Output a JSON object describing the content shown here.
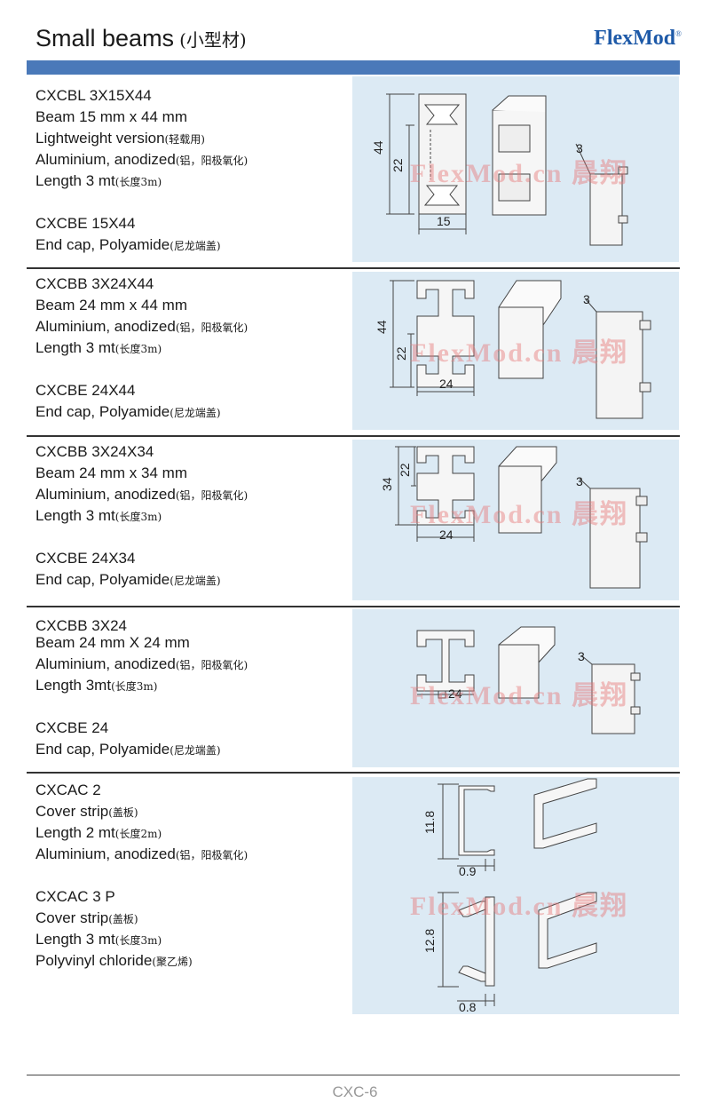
{
  "header": {
    "title": "Small beams",
    "title_cn": "(小型材)",
    "brand": "FlexMod",
    "brand_mark": "®"
  },
  "watermark": "FlexMod.cn 晨翔",
  "footer": {
    "page": "CXC-6"
  },
  "colors": {
    "accent": "#4a79b9",
    "panel": "#dceaf4",
    "brand": "#1e5aa8"
  },
  "products": [
    {
      "lines": [
        {
          "text": "CXCBL 3X15X44",
          "note": ""
        },
        {
          "text": "Beam 15 mm x 44 mm",
          "note": ""
        },
        {
          "text": "Lightweight version",
          "note": "(轻载用)"
        },
        {
          "text": "Aluminium, anodized",
          "note": "(铝，阳极氧化)"
        },
        {
          "text": "Length 3 mt",
          "note": "(长度3m)"
        },
        {
          "text": "",
          "note": ""
        },
        {
          "text": "CXCBE 15X44",
          "note": ""
        },
        {
          "text": "End cap, Polyamide",
          "note": "(尼龙端盖)"
        }
      ],
      "dims": {
        "height": "44",
        "inner": "22",
        "width": "15",
        "cap": "3"
      }
    },
    {
      "lines": [
        {
          "text": "CXCBB 3X24X44",
          "note": ""
        },
        {
          "text": "Beam 24 mm x 44 mm",
          "note": ""
        },
        {
          "text": "Aluminium, anodized",
          "note": "(铝，阳极氧化)"
        },
        {
          "text": "Length 3 mt",
          "note": "(长度3m)"
        },
        {
          "text": "",
          "note": ""
        },
        {
          "text": "CXCBE 24X44",
          "note": ""
        },
        {
          "text": "End cap, Polyamide",
          "note": "(尼龙端盖)"
        }
      ],
      "dims": {
        "height": "44",
        "inner": "22",
        "width": "24",
        "cap": "3"
      }
    },
    {
      "lines": [
        {
          "text": "CXCBB 3X24X34",
          "note": ""
        },
        {
          "text": "Beam 24 mm x 34 mm",
          "note": ""
        },
        {
          "text": "Aluminium, anodized",
          "note": "(铝，阳极氧化)"
        },
        {
          "text": "Length 3 mt",
          "note": "(长度3m)"
        },
        {
          "text": "",
          "note": ""
        },
        {
          "text": "CXCBE 24X34",
          "note": ""
        },
        {
          "text": "End cap, Polyamide",
          "note": "(尼龙端盖)"
        }
      ],
      "dims": {
        "height": "34",
        "inner": "22",
        "width": "24",
        "cap": "3"
      }
    },
    {
      "lines": [
        {
          "text": "CXCBB 3X24",
          "note": ""
        },
        {
          "text": "Beam 24 mm X 24 mm",
          "note": ""
        },
        {
          "text": "Aluminium, anodized",
          "note": "(铝，阳极氧化)"
        },
        {
          "text": "Length 3mt",
          "note": "(长度3m)"
        },
        {
          "text": "",
          "note": ""
        },
        {
          "text": "CXCBE 24",
          "note": ""
        },
        {
          "text": "End cap, Polyamide",
          "note": "(尼龙端盖)"
        }
      ],
      "dims": {
        "width": "24",
        "cap": "3"
      }
    },
    {
      "lines": [
        {
          "text": "CXCAC 2",
          "note": ""
        },
        {
          "text": "Cover strip",
          "note": "(盖板)"
        },
        {
          "text": "Length 2 mt",
          "note": "(长度2m)"
        },
        {
          "text": "Aluminium, anodized",
          "note": "(铝，阳极氧化)"
        },
        {
          "text": "",
          "note": ""
        },
        {
          "text": "CXCAC 3 P",
          "note": ""
        },
        {
          "text": "Cover strip",
          "note": "(盖板)"
        },
        {
          "text": "Length 3 mt",
          "note": "(长度3m)"
        },
        {
          "text": "Polyvinyl chloride",
          "note": "(聚乙烯)"
        }
      ],
      "dims": {
        "h1": "11.8",
        "t1": "0.9",
        "h2": "12.8",
        "t2": "0.8"
      }
    }
  ]
}
